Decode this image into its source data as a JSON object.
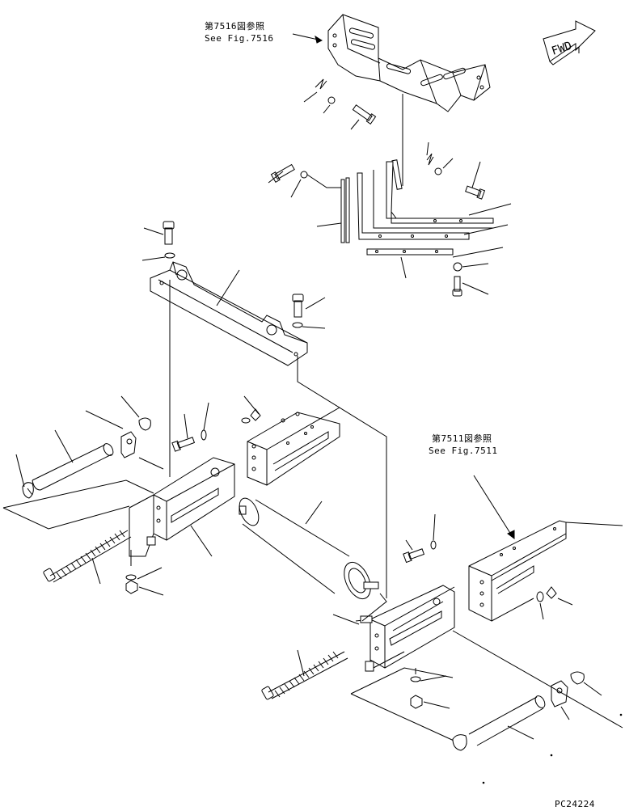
{
  "diagram": {
    "refs": [
      {
        "jp": "第7516図参照",
        "en": "See Fig.7516"
      },
      {
        "jp": "第7511図参照",
        "en": "See Fig.7511"
      }
    ],
    "fwd_label": "FWD",
    "figure_code": "PC24224"
  }
}
